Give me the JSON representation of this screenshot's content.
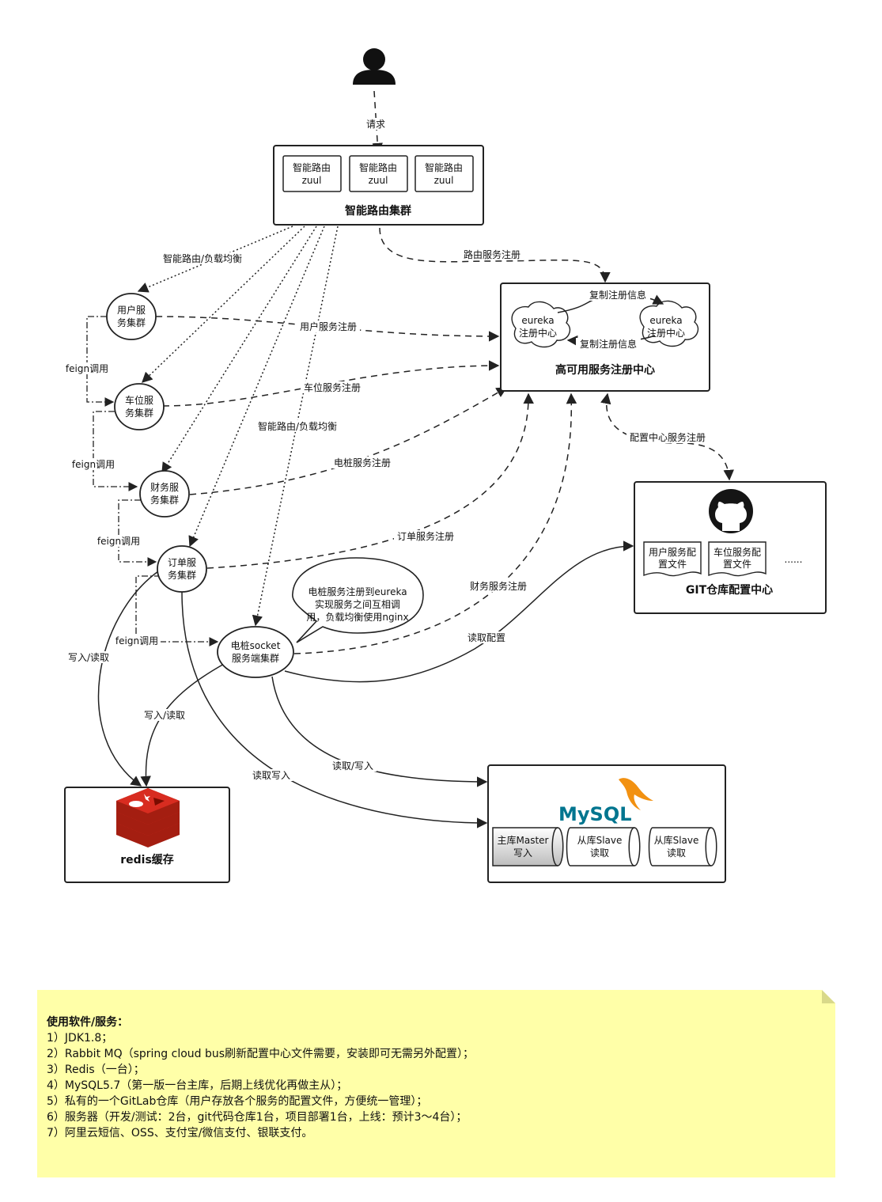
{
  "request_label": "请求",
  "zuul_cluster": {
    "title": "智能路由集群",
    "nodes": [
      {
        "line1": "智能路由",
        "line2": "zuul"
      },
      {
        "line1": "智能路由",
        "line2": "zuul"
      },
      {
        "line1": "智能路由",
        "line2": "zuul"
      }
    ]
  },
  "registry": {
    "title": "高可用服务注册中心",
    "eureka_left": {
      "line1": "eureka",
      "line2": "注册中心"
    },
    "eureka_right": {
      "line1": "eureka",
      "line2": "注册中心"
    },
    "replicate_top": "复制注册信息",
    "replicate_bottom": "复制注册信息"
  },
  "services": {
    "user": {
      "line1": "用户服",
      "line2": "务集群"
    },
    "parking": {
      "line1": "车位服",
      "line2": "务集群"
    },
    "finance": {
      "line1": "财务服",
      "line2": "务集群"
    },
    "order": {
      "line1": "订单服",
      "line2": "务集群"
    },
    "socket": {
      "line1": "电桩socket",
      "line2": "服务端集群"
    }
  },
  "callout": {
    "line1": "电桩服务注册到eureka",
    "line2": "实现服务之间互相调",
    "line3": "用，负载均衡使用nginx"
  },
  "git_center": {
    "title": "GIT仓库配置中心",
    "doc1": {
      "line1": "用户服务配",
      "line2": "置文件"
    },
    "doc2": {
      "line1": "车位服务配",
      "line2": "置文件"
    },
    "ellipsis": "......"
  },
  "redis": {
    "title": "redis缓存"
  },
  "mysql": {
    "logo": "MySQL",
    "master": {
      "line1": "主库Master",
      "line2": "写入"
    },
    "slave1": {
      "line1": "从库Slave",
      "line2": "读取"
    },
    "slave2": {
      "line1": "从库Slave",
      "line2": "读取"
    }
  },
  "edge_labels": {
    "route_register": "路由服务注册",
    "lb_top": "智能路由/负载均衡",
    "lb_mid": "智能路由/负载均衡",
    "user_register": "用户服务注册",
    "parking_register": "车位服务注册",
    "pile_register": "电桩服务注册",
    "order_register": "订单服务注册",
    "finance_register": "财务服务注册",
    "config_register": "配置中心服务注册",
    "read_config": "读取配置",
    "feign1": "feign调用",
    "feign2": "feign调用",
    "feign3": "feign调用",
    "feign4": "feign调用",
    "rw_left": "写入/读取",
    "rw_socket": "写入/读取",
    "read_write_order": "读取写入",
    "read_write_socket": "读取/写入"
  },
  "notes": {
    "title": "使用软件/服务：",
    "lines": [
      "1）JDK1.8；",
      "2）Rabbit MQ（spring cloud bus刷新配置中心文件需要，安装即可无需另外配置）；",
      "3）Redis（一台）；",
      "4）MySQL5.7（第一版一台主库，后期上线优化再做主从）；",
      "5）私有的一个GitLab仓库（用户存放各个服务的配置文件，方便统一管理）；",
      "6）服务器（开发/测试：2台，git代码仓库1台，项目部署1台，上线：预计3～4台）；",
      "7）阿里云短信、OSS、支付宝/微信支付、银联支付。"
    ]
  },
  "colors": {
    "note_bg": "#ffffa8",
    "redis_red": "#d82c20",
    "mysql_blue": "#00758f",
    "mysql_orange": "#f29111"
  }
}
